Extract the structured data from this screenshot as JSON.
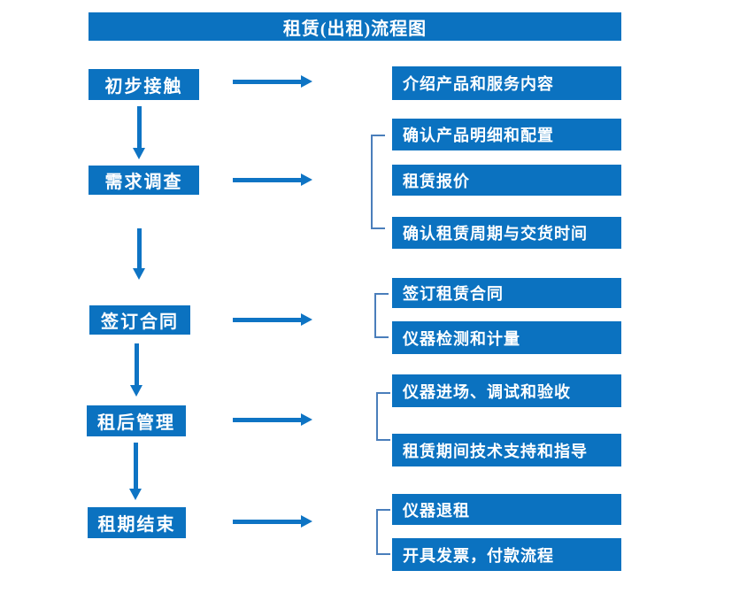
{
  "title": "租赁(出租)流程图",
  "colors": {
    "box_blue": "#0b72c0",
    "arrow_blue": "#0e74c4",
    "bracket_blue": "#4a7ebb",
    "text_white": "#ffffff"
  },
  "steps": [
    {
      "label": "初步接触",
      "outputs": [
        "介绍产品和服务内容"
      ]
    },
    {
      "label": "需求调查",
      "outputs": [
        "确认产品明细和配置",
        "租赁报价",
        "确认租赁周期与交货时间"
      ]
    },
    {
      "label": "签订合同",
      "outputs": [
        "签订租赁合同",
        "仪器检测和计量"
      ]
    },
    {
      "label": "租后管理",
      "outputs": [
        "仪器进场、调试和验收",
        "租赁期间技术支持和指导"
      ]
    },
    {
      "label": "租期结束",
      "outputs": [
        "仪器退租",
        "开具发票，付款流程"
      ]
    }
  ]
}
